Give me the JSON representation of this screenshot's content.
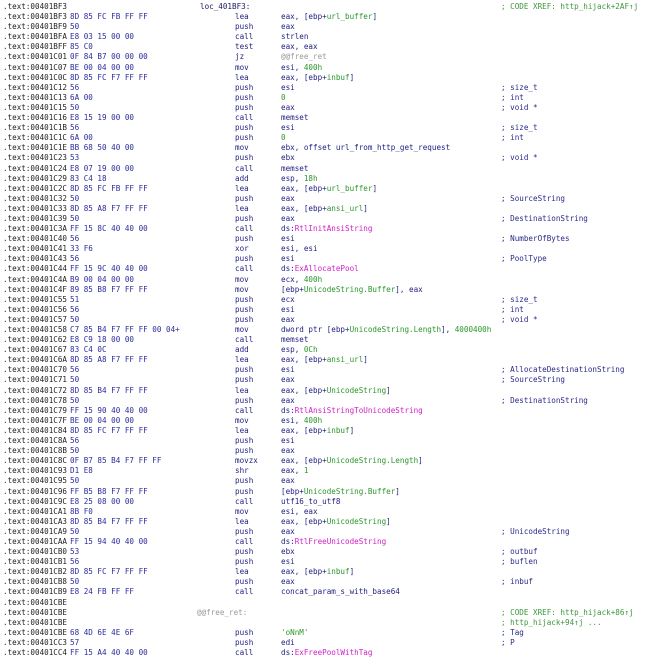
{
  "colors": {
    "address": "#222222",
    "bytes": "#2b2b9e",
    "mnemonic": "#1e1e80",
    "variable": "#2a962a",
    "api": "#d21ec8",
    "label_ref": "#999999",
    "comment": "#2a2a8a",
    "xref": "#3d963d"
  },
  "lines": [
    {
      "addr": ".text:00401BF3",
      "bytes": "",
      "label": "loc_401BF3:",
      "mn": "",
      "ops": [],
      "cmt": "; CODE XREF: http_hijack+2AF↑j",
      "x": true
    },
    {
      "addr": ".text:00401BF3",
      "bytes": "8D 85 FC FB FF FF",
      "mn": "lea",
      "ops": [
        {
          "t": "eax, [ebp+"
        },
        {
          "t": "url_buffer",
          "c": "v"
        },
        {
          "t": "]"
        }
      ]
    },
    {
      "addr": ".text:00401BF9",
      "bytes": "50",
      "mn": "push",
      "ops": [
        {
          "t": "eax"
        }
      ]
    },
    {
      "addr": ".text:00401BFA",
      "bytes": "E8 03 15 00 00",
      "mn": "call",
      "ops": [
        {
          "t": "strlen"
        }
      ]
    },
    {
      "addr": ".text:00401BFF",
      "bytes": "85 C0",
      "mn": "test",
      "ops": [
        {
          "t": "eax, eax"
        }
      ]
    },
    {
      "addr": ".text:00401C01",
      "bytes": "0F 84 B7 00 00 00",
      "mn": "jz",
      "ops": [
        {
          "t": "@@free_ret",
          "c": "l"
        }
      ]
    },
    {
      "addr": ".text:00401C07",
      "bytes": "BE 00 04 00 00",
      "mn": "mov",
      "ops": [
        {
          "t": "esi, "
        },
        {
          "t": "400h",
          "c": "k"
        }
      ]
    },
    {
      "addr": ".text:00401C0C",
      "bytes": "8D 85 FC F7 FF FF",
      "mn": "lea",
      "ops": [
        {
          "t": "eax, [ebp+"
        },
        {
          "t": "inbuf",
          "c": "v"
        },
        {
          "t": "]"
        }
      ]
    },
    {
      "addr": ".text:00401C12",
      "bytes": "56",
      "mn": "push",
      "ops": [
        {
          "t": "esi"
        }
      ],
      "cmt": "; size_t"
    },
    {
      "addr": ".text:00401C13",
      "bytes": "6A 00",
      "mn": "push",
      "ops": [
        {
          "t": "0",
          "c": "k"
        }
      ],
      "cmt": "; int"
    },
    {
      "addr": ".text:00401C15",
      "bytes": "50",
      "mn": "push",
      "ops": [
        {
          "t": "eax"
        }
      ],
      "cmt": "; void *"
    },
    {
      "addr": ".text:00401C16",
      "bytes": "E8 15 19 00 00",
      "mn": "call",
      "ops": [
        {
          "t": "memset"
        }
      ]
    },
    {
      "addr": ".text:00401C1B",
      "bytes": "56",
      "mn": "push",
      "ops": [
        {
          "t": "esi"
        }
      ],
      "cmt": "; size_t"
    },
    {
      "addr": ".text:00401C1C",
      "bytes": "6A 00",
      "mn": "push",
      "ops": [
        {
          "t": "0",
          "c": "k"
        }
      ],
      "cmt": "; int"
    },
    {
      "addr": ".text:00401C1E",
      "bytes": "BB 68 50 40 00",
      "mn": "mov",
      "ops": [
        {
          "t": "ebx, offset url_from_http_get_request"
        }
      ]
    },
    {
      "addr": ".text:00401C23",
      "bytes": "53",
      "mn": "push",
      "ops": [
        {
          "t": "ebx"
        }
      ],
      "cmt": "; void *"
    },
    {
      "addr": ".text:00401C24",
      "bytes": "E8 07 19 00 00",
      "mn": "call",
      "ops": [
        {
          "t": "memset"
        }
      ]
    },
    {
      "addr": ".text:00401C29",
      "bytes": "83 C4 18",
      "mn": "add",
      "ops": [
        {
          "t": "esp, "
        },
        {
          "t": "18h",
          "c": "k"
        }
      ]
    },
    {
      "addr": ".text:00401C2C",
      "bytes": "8D 85 FC FB FF FF",
      "mn": "lea",
      "ops": [
        {
          "t": "eax, [ebp+"
        },
        {
          "t": "url_buffer",
          "c": "v"
        },
        {
          "t": "]"
        }
      ]
    },
    {
      "addr": ".text:00401C32",
      "bytes": "50",
      "mn": "push",
      "ops": [
        {
          "t": "eax"
        }
      ],
      "cmt": "; SourceString"
    },
    {
      "addr": ".text:00401C33",
      "bytes": "8D 85 A8 F7 FF FF",
      "mn": "lea",
      "ops": [
        {
          "t": "eax, [ebp+"
        },
        {
          "t": "ansi_url",
          "c": "v"
        },
        {
          "t": "]"
        }
      ]
    },
    {
      "addr": ".text:00401C39",
      "bytes": "50",
      "mn": "push",
      "ops": [
        {
          "t": "eax"
        }
      ],
      "cmt": "; DestinationString"
    },
    {
      "addr": ".text:00401C3A",
      "bytes": "FF 15 8C 40 40 00",
      "mn": "call",
      "ops": [
        {
          "t": "ds:"
        },
        {
          "t": "RtlInitAnsiString",
          "c": "a"
        }
      ]
    },
    {
      "addr": ".text:00401C40",
      "bytes": "56",
      "mn": "push",
      "ops": [
        {
          "t": "esi"
        }
      ],
      "cmt": "; NumberOfBytes"
    },
    {
      "addr": ".text:00401C41",
      "bytes": "33 F6",
      "mn": "xor",
      "ops": [
        {
          "t": "esi, esi"
        }
      ]
    },
    {
      "addr": ".text:00401C43",
      "bytes": "56",
      "mn": "push",
      "ops": [
        {
          "t": "esi"
        }
      ],
      "cmt": "; PoolType"
    },
    {
      "addr": ".text:00401C44",
      "bytes": "FF 15 9C 40 40 00",
      "mn": "call",
      "ops": [
        {
          "t": "ds:"
        },
        {
          "t": "ExAllocatePool",
          "c": "a"
        }
      ]
    },
    {
      "addr": ".text:00401C4A",
      "bytes": "B9 00 04 00 00",
      "mn": "mov",
      "ops": [
        {
          "t": "ecx, "
        },
        {
          "t": "400h",
          "c": "k"
        }
      ]
    },
    {
      "addr": ".text:00401C4F",
      "bytes": "89 85 B8 F7 FF FF",
      "mn": "mov",
      "ops": [
        {
          "t": "[ebp+"
        },
        {
          "t": "UnicodeString.Buffer",
          "c": "v"
        },
        {
          "t": "], eax"
        }
      ]
    },
    {
      "addr": ".text:00401C55",
      "bytes": "51",
      "mn": "push",
      "ops": [
        {
          "t": "ecx"
        }
      ],
      "cmt": "; size_t"
    },
    {
      "addr": ".text:00401C56",
      "bytes": "56",
      "mn": "push",
      "ops": [
        {
          "t": "esi"
        }
      ],
      "cmt": "; int"
    },
    {
      "addr": ".text:00401C57",
      "bytes": "50",
      "mn": "push",
      "ops": [
        {
          "t": "eax"
        }
      ],
      "cmt": "; void *"
    },
    {
      "addr": ".text:00401C58",
      "bytes": "C7 85 B4 F7 FF FF 00 04+",
      "mn": "mov",
      "ops": [
        {
          "t": "dword ptr [ebp+"
        },
        {
          "t": "UnicodeString.Length",
          "c": "v"
        },
        {
          "t": "], "
        },
        {
          "t": "4000400h",
          "c": "k"
        }
      ]
    },
    {
      "addr": ".text:00401C62",
      "bytes": "E8 C9 18 00 00",
      "mn": "call",
      "ops": [
        {
          "t": "memset"
        }
      ]
    },
    {
      "addr": ".text:00401C67",
      "bytes": "83 C4 0C",
      "mn": "add",
      "ops": [
        {
          "t": "esp, "
        },
        {
          "t": "0Ch",
          "c": "k"
        }
      ]
    },
    {
      "addr": ".text:00401C6A",
      "bytes": "8D 85 A8 F7 FF FF",
      "mn": "lea",
      "ops": [
        {
          "t": "eax, [ebp+"
        },
        {
          "t": "ansi_url",
          "c": "v"
        },
        {
          "t": "]"
        }
      ]
    },
    {
      "addr": ".text:00401C70",
      "bytes": "56",
      "mn": "push",
      "ops": [
        {
          "t": "esi"
        }
      ],
      "cmt": "; AllocateDestinationString"
    },
    {
      "addr": ".text:00401C71",
      "bytes": "50",
      "mn": "push",
      "ops": [
        {
          "t": "eax"
        }
      ],
      "cmt": "; SourceString"
    },
    {
      "addr": ".text:00401C72",
      "bytes": "8D 85 B4 F7 FF FF",
      "mn": "lea",
      "ops": [
        {
          "t": "eax, [ebp+"
        },
        {
          "t": "UnicodeString",
          "c": "v"
        },
        {
          "t": "]"
        }
      ]
    },
    {
      "addr": ".text:00401C78",
      "bytes": "50",
      "mn": "push",
      "ops": [
        {
          "t": "eax"
        }
      ],
      "cmt": "; DestinationString"
    },
    {
      "addr": ".text:00401C79",
      "bytes": "FF 15 90 40 40 00",
      "mn": "call",
      "ops": [
        {
          "t": "ds:"
        },
        {
          "t": "RtlAnsiStringToUnicodeString",
          "c": "a"
        }
      ]
    },
    {
      "addr": ".text:00401C7F",
      "bytes": "BE 00 04 00 00",
      "mn": "mov",
      "ops": [
        {
          "t": "esi, "
        },
        {
          "t": "400h",
          "c": "k"
        }
      ]
    },
    {
      "addr": ".text:00401C84",
      "bytes": "8D 85 FC F7 FF FF",
      "mn": "lea",
      "ops": [
        {
          "t": "eax, [ebp+"
        },
        {
          "t": "inbuf",
          "c": "v"
        },
        {
          "t": "]"
        }
      ]
    },
    {
      "addr": ".text:00401C8A",
      "bytes": "56",
      "mn": "push",
      "ops": [
        {
          "t": "esi"
        }
      ]
    },
    {
      "addr": ".text:00401C8B",
      "bytes": "50",
      "mn": "push",
      "ops": [
        {
          "t": "eax"
        }
      ]
    },
    {
      "addr": ".text:00401C8C",
      "bytes": "0F B7 85 B4 F7 FF FF",
      "mn": "movzx",
      "ops": [
        {
          "t": "eax, [ebp+"
        },
        {
          "t": "UnicodeString.Length",
          "c": "v"
        },
        {
          "t": "]"
        }
      ]
    },
    {
      "addr": ".text:00401C93",
      "bytes": "D1 E8",
      "mn": "shr",
      "ops": [
        {
          "t": "eax, "
        },
        {
          "t": "1",
          "c": "k"
        }
      ]
    },
    {
      "addr": ".text:00401C95",
      "bytes": "50",
      "mn": "push",
      "ops": [
        {
          "t": "eax"
        }
      ]
    },
    {
      "addr": ".text:00401C96",
      "bytes": "FF B5 B8 F7 FF FF",
      "mn": "push",
      "ops": [
        {
          "t": "[ebp+"
        },
        {
          "t": "UnicodeString.Buffer",
          "c": "v"
        },
        {
          "t": "]"
        }
      ]
    },
    {
      "addr": ".text:00401C9C",
      "bytes": "E8 25 08 00 00",
      "mn": "call",
      "ops": [
        {
          "t": "utf16_to_utf8"
        }
      ]
    },
    {
      "addr": ".text:00401CA1",
      "bytes": "8B F0",
      "mn": "mov",
      "ops": [
        {
          "t": "esi, eax"
        }
      ]
    },
    {
      "addr": ".text:00401CA3",
      "bytes": "8D 85 B4 F7 FF FF",
      "mn": "lea",
      "ops": [
        {
          "t": "eax, [ebp+"
        },
        {
          "t": "UnicodeString",
          "c": "v"
        },
        {
          "t": "]"
        }
      ]
    },
    {
      "addr": ".text:00401CA9",
      "bytes": "50",
      "mn": "push",
      "ops": [
        {
          "t": "eax"
        }
      ],
      "cmt": "; UnicodeString"
    },
    {
      "addr": ".text:00401CAA",
      "bytes": "FF 15 94 40 40 00",
      "mn": "call",
      "ops": [
        {
          "t": "ds:"
        },
        {
          "t": "RtlFreeUnicodeString",
          "c": "a"
        }
      ]
    },
    {
      "addr": ".text:00401CB0",
      "bytes": "53",
      "mn": "push",
      "ops": [
        {
          "t": "ebx"
        }
      ],
      "cmt": "; outbuf"
    },
    {
      "addr": ".text:00401CB1",
      "bytes": "56",
      "mn": "push",
      "ops": [
        {
          "t": "esi"
        }
      ],
      "cmt": "; buflen"
    },
    {
      "addr": ".text:00401CB2",
      "bytes": "8D 85 FC F7 FF FF",
      "mn": "lea",
      "ops": [
        {
          "t": "eax, [ebp+"
        },
        {
          "t": "inbuf",
          "c": "v"
        },
        {
          "t": "]"
        }
      ]
    },
    {
      "addr": ".text:00401CB8",
      "bytes": "50",
      "mn": "push",
      "ops": [
        {
          "t": "eax"
        }
      ],
      "cmt": "; inbuf"
    },
    {
      "addr": ".text:00401CB9",
      "bytes": "E8 24 FB FF FF",
      "mn": "call",
      "ops": [
        {
          "t": "concat_param_s_with_base64"
        }
      ]
    },
    {
      "addr": ".text:00401CBE",
      "bytes": "",
      "mn": "",
      "ops": []
    },
    {
      "addr": ".text:00401CBE",
      "bytes": "",
      "label": "@@free_ret:",
      "g": true,
      "mn": "",
      "ops": [],
      "cmt": "; CODE XREF: http_hijack+86↑j",
      "x": true
    },
    {
      "addr": ".text:00401CBE",
      "bytes": "",
      "mn": "",
      "ops": [],
      "cmt": "; http_hijack+94↑j ...",
      "x": true
    },
    {
      "addr": ".text:00401CBE",
      "bytes": "68 4D 6E 4E 6F",
      "mn": "push",
      "ops": [
        {
          "t": "'oNnM'",
          "c": "k"
        }
      ],
      "cmt": "; Tag"
    },
    {
      "addr": ".text:00401CC3",
      "bytes": "57",
      "mn": "push",
      "ops": [
        {
          "t": "edi"
        }
      ],
      "cmt": "; P"
    },
    {
      "addr": ".text:00401CC4",
      "bytes": "FF 15 A4 40 40 00",
      "mn": "call",
      "ops": [
        {
          "t": "ds:"
        },
        {
          "t": "ExFreePoolWithTag",
          "c": "a"
        }
      ]
    }
  ]
}
